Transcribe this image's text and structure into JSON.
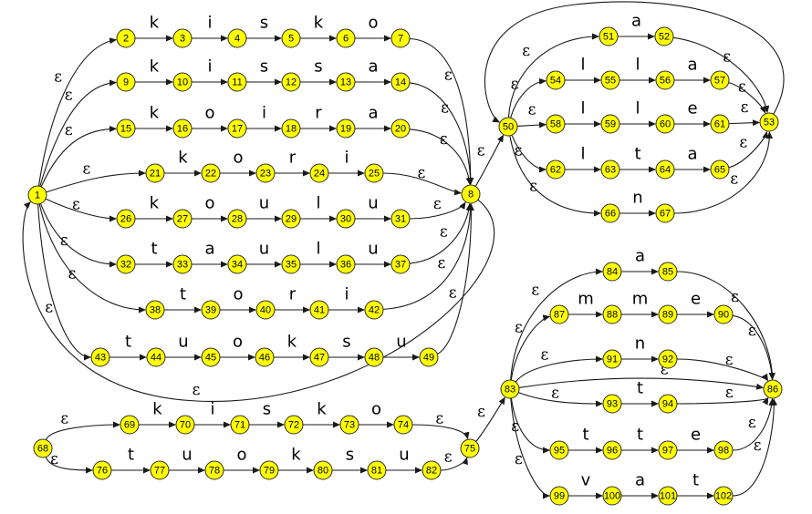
{
  "diagram": {
    "type": "finite-automaton",
    "epsilon": "ε",
    "states": [
      "1",
      "2",
      "3",
      "4",
      "5",
      "6",
      "7",
      "8",
      "9",
      "10",
      "11",
      "12",
      "13",
      "14",
      "15",
      "16",
      "17",
      "18",
      "19",
      "20",
      "21",
      "22",
      "23",
      "24",
      "25",
      "26",
      "27",
      "28",
      "29",
      "30",
      "31",
      "32",
      "33",
      "34",
      "35",
      "36",
      "37",
      "38",
      "39",
      "40",
      "41",
      "42",
      "43",
      "44",
      "45",
      "46",
      "47",
      "48",
      "49",
      "50",
      "51",
      "52",
      "53",
      "54",
      "55",
      "56",
      "57",
      "58",
      "59",
      "60",
      "61",
      "62",
      "63",
      "64",
      "65",
      "66",
      "67",
      "68",
      "69",
      "70",
      "71",
      "72",
      "73",
      "74",
      "75",
      "76",
      "77",
      "78",
      "79",
      "80",
      "81",
      "82",
      "83",
      "84",
      "85",
      "86",
      "87",
      "88",
      "89",
      "90",
      "91",
      "92",
      "93",
      "94",
      "95",
      "96",
      "97",
      "98",
      "99",
      "100",
      "101",
      "102"
    ],
    "transitions": [
      [
        "1",
        "2",
        "ε"
      ],
      [
        "2",
        "3",
        "k"
      ],
      [
        "3",
        "4",
        "i"
      ],
      [
        "4",
        "5",
        "s"
      ],
      [
        "5",
        "6",
        "k"
      ],
      [
        "6",
        "7",
        "o"
      ],
      [
        "7",
        "8",
        "ε"
      ],
      [
        "1",
        "9",
        "ε"
      ],
      [
        "9",
        "10",
        "k"
      ],
      [
        "10",
        "11",
        "i"
      ],
      [
        "11",
        "12",
        "s"
      ],
      [
        "12",
        "13",
        "s"
      ],
      [
        "13",
        "14",
        "a"
      ],
      [
        "14",
        "8",
        "ε"
      ],
      [
        "1",
        "15",
        "ε"
      ],
      [
        "15",
        "16",
        "k"
      ],
      [
        "16",
        "17",
        "o"
      ],
      [
        "17",
        "18",
        "i"
      ],
      [
        "18",
        "19",
        "r"
      ],
      [
        "19",
        "20",
        "a"
      ],
      [
        "20",
        "8",
        "ε"
      ],
      [
        "1",
        "21",
        "ε"
      ],
      [
        "21",
        "22",
        "k"
      ],
      [
        "22",
        "23",
        "o"
      ],
      [
        "23",
        "24",
        "r"
      ],
      [
        "24",
        "25",
        "i"
      ],
      [
        "25",
        "8",
        "ε"
      ],
      [
        "1",
        "26",
        "ε"
      ],
      [
        "26",
        "27",
        "k"
      ],
      [
        "27",
        "28",
        "o"
      ],
      [
        "28",
        "29",
        "u"
      ],
      [
        "29",
        "30",
        "l"
      ],
      [
        "30",
        "31",
        "u"
      ],
      [
        "31",
        "8",
        "ε"
      ],
      [
        "1",
        "32",
        "ε"
      ],
      [
        "32",
        "33",
        "t"
      ],
      [
        "33",
        "34",
        "a"
      ],
      [
        "34",
        "35",
        "u"
      ],
      [
        "35",
        "36",
        "l"
      ],
      [
        "36",
        "37",
        "u"
      ],
      [
        "37",
        "8",
        "ε"
      ],
      [
        "1",
        "38",
        "ε"
      ],
      [
        "38",
        "39",
        "t"
      ],
      [
        "39",
        "40",
        "o"
      ],
      [
        "40",
        "41",
        "r"
      ],
      [
        "41",
        "42",
        "i"
      ],
      [
        "42",
        "8",
        "ε"
      ],
      [
        "1",
        "43",
        "ε"
      ],
      [
        "43",
        "44",
        "t"
      ],
      [
        "44",
        "45",
        "u"
      ],
      [
        "45",
        "46",
        "o"
      ],
      [
        "46",
        "47",
        "k"
      ],
      [
        "47",
        "48",
        "s"
      ],
      [
        "48",
        "49",
        "u"
      ],
      [
        "49",
        "8",
        "ε"
      ],
      [
        "8",
        "1",
        "ε"
      ],
      [
        "8",
        "50",
        "ε"
      ],
      [
        "50",
        "51",
        "ε"
      ],
      [
        "51",
        "52",
        "a"
      ],
      [
        "52",
        "53",
        "ε"
      ],
      [
        "50",
        "54",
        "ε"
      ],
      [
        "54",
        "55",
        "l"
      ],
      [
        "55",
        "56",
        "l"
      ],
      [
        "56",
        "57",
        "a"
      ],
      [
        "57",
        "53",
        "ε"
      ],
      [
        "50",
        "58",
        "ε"
      ],
      [
        "58",
        "59",
        "l"
      ],
      [
        "59",
        "60",
        "l"
      ],
      [
        "60",
        "61",
        "e"
      ],
      [
        "61",
        "53",
        "ε"
      ],
      [
        "50",
        "62",
        "ε"
      ],
      [
        "62",
        "63",
        "l"
      ],
      [
        "63",
        "64",
        "t"
      ],
      [
        "64",
        "65",
        "a"
      ],
      [
        "65",
        "53",
        "ε"
      ],
      [
        "50",
        "66",
        "ε"
      ],
      [
        "66",
        "67",
        "n"
      ],
      [
        "67",
        "53",
        "ε"
      ],
      [
        "53",
        "50",
        "ε"
      ],
      [
        "68",
        "69",
        "ε"
      ],
      [
        "69",
        "70",
        "k"
      ],
      [
        "70",
        "71",
        "i"
      ],
      [
        "71",
        "72",
        "s"
      ],
      [
        "72",
        "73",
        "k"
      ],
      [
        "73",
        "74",
        "o"
      ],
      [
        "74",
        "75",
        "ε"
      ],
      [
        "68",
        "76",
        "ε"
      ],
      [
        "76",
        "77",
        "t"
      ],
      [
        "77",
        "78",
        "u"
      ],
      [
        "78",
        "79",
        "o"
      ],
      [
        "79",
        "80",
        "k"
      ],
      [
        "80",
        "81",
        "s"
      ],
      [
        "81",
        "82",
        "u"
      ],
      [
        "82",
        "75",
        "ε"
      ],
      [
        "75",
        "83",
        "ε"
      ],
      [
        "83",
        "84",
        "ε"
      ],
      [
        "84",
        "85",
        "a"
      ],
      [
        "85",
        "86",
        "ε"
      ],
      [
        "83",
        "87",
        "ε"
      ],
      [
        "87",
        "88",
        "m"
      ],
      [
        "88",
        "89",
        "m"
      ],
      [
        "89",
        "90",
        "e"
      ],
      [
        "90",
        "86",
        "ε"
      ],
      [
        "83",
        "91",
        "ε"
      ],
      [
        "91",
        "92",
        "n"
      ],
      [
        "92",
        "86",
        "ε"
      ],
      [
        "83",
        "86",
        "ε"
      ],
      [
        "83",
        "93",
        "ε"
      ],
      [
        "93",
        "94",
        "t"
      ],
      [
        "94",
        "86",
        "ε"
      ],
      [
        "83",
        "95",
        "ε"
      ],
      [
        "95",
        "96",
        "t"
      ],
      [
        "96",
        "97",
        "t"
      ],
      [
        "97",
        "98",
        "e"
      ],
      [
        "98",
        "86",
        "ε"
      ],
      [
        "83",
        "99",
        "ε"
      ],
      [
        "99",
        "100",
        "v"
      ],
      [
        "100",
        "101",
        "a"
      ],
      [
        "101",
        "102",
        "t"
      ],
      [
        "102",
        "86",
        "ε"
      ]
    ]
  }
}
